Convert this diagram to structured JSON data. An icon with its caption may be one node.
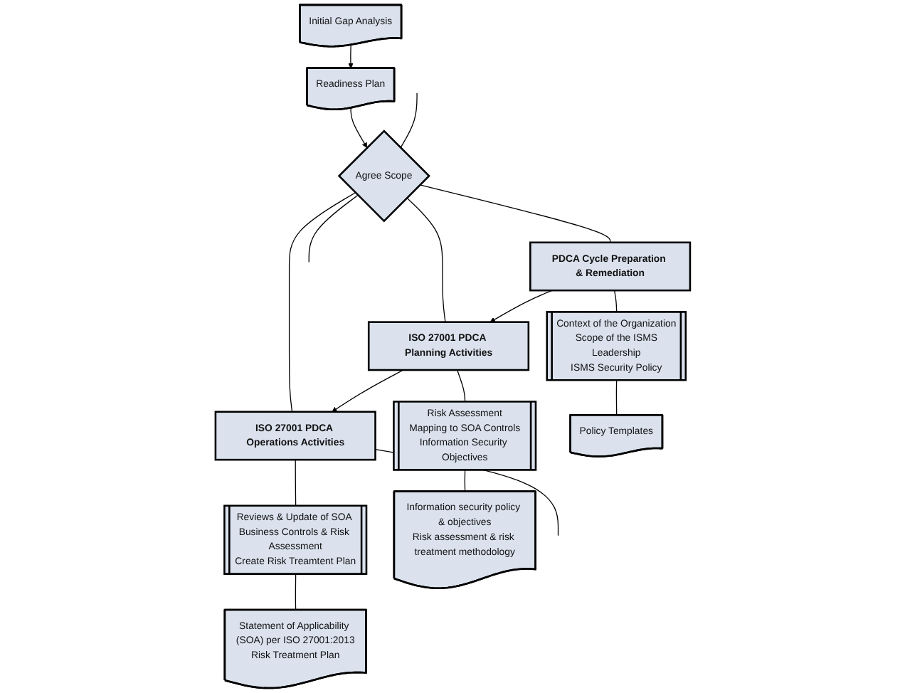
{
  "diagram": {
    "nodes": [
      {
        "text": [
          "Initial  Gap Analysis"
        ]
      },
      {
        "text": [
          "Readiness Plan"
        ]
      },
      {
        "text": [
          "Agree Scope"
        ]
      },
      {
        "text": [
          "PDCA Cycle Preparation & Remediation"
        ]
      },
      {
        "text": [
          "ISO 27001 PDCA Planning Activities"
        ]
      },
      {
        "text": [
          "ISO 27001 PDCA Operations Activities"
        ]
      },
      {
        "text": [
          "Context of the Organization",
          "Scope of the ISMS",
          "Leadership",
          "ISMS Security Policy"
        ]
      },
      {
        "text": [
          "Risk Assessment",
          "Mapping to SOA Controls",
          "Information Security Objectives"
        ]
      },
      {
        "text": [
          "Reviews & Update of SOA Business Controls & Risk Assessment",
          "Create Risk Treamtent Plan"
        ]
      },
      {
        "text": [
          "Policy Templates"
        ]
      },
      {
        "text": [
          "Information security policy & objectives",
          "Risk assessment & risk treatment methodology"
        ]
      },
      {
        "text": [
          "Statement of Applicability (SOA) per ISO 27001:2013",
          "Risk Treatment Plan"
        ]
      }
    ],
    "edges": [
      {
        "from": 0,
        "to": 1,
        "arrow": "to"
      },
      {
        "from": 1,
        "to": 2,
        "arrow": "to"
      },
      {
        "from": null,
        "to": 2,
        "arrow": "none"
      },
      {
        "from": 2,
        "to": 3,
        "arrow": "none"
      },
      {
        "from": 2,
        "to": 4,
        "arrow": "none"
      },
      {
        "from": 2,
        "to": 5,
        "arrow": "none"
      },
      {
        "from": 2,
        "to": null,
        "arrow": "none"
      },
      {
        "from": 3,
        "to": 4,
        "arrow": "to"
      },
      {
        "from": 4,
        "to": 5,
        "arrow": "to"
      },
      {
        "from": 5,
        "to": null,
        "arrow": "none"
      },
      {
        "from": 3,
        "to": 6,
        "arrow": "none"
      },
      {
        "from": 6,
        "to": 9,
        "arrow": "none"
      },
      {
        "from": 4,
        "to": 7,
        "arrow": "none"
      },
      {
        "from": 7,
        "to": 10,
        "arrow": "none"
      },
      {
        "from": 5,
        "to": 8,
        "arrow": "none"
      },
      {
        "from": 8,
        "to": 11,
        "arrow": "none"
      }
    ]
  }
}
